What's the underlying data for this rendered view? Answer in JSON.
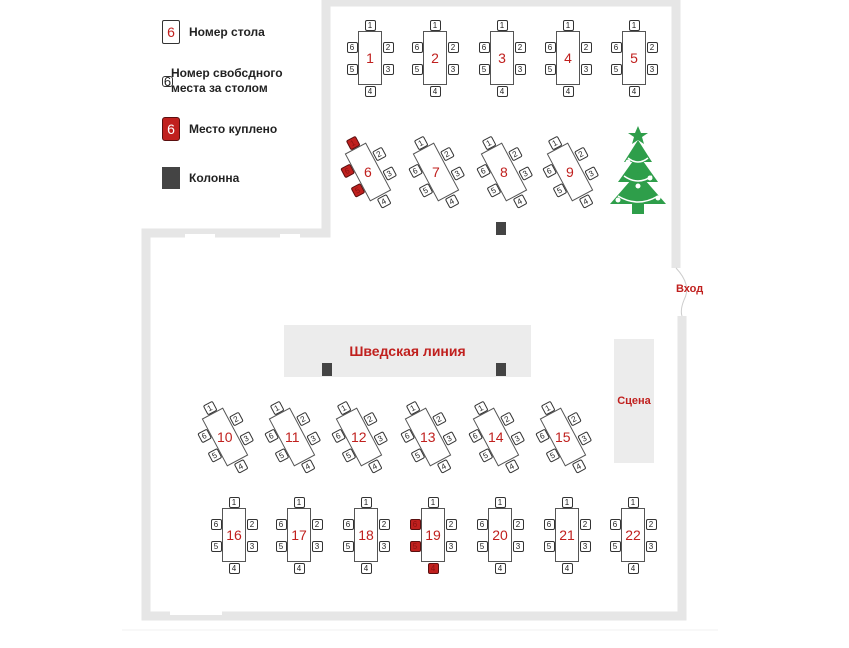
{
  "legend": {
    "table_number": {
      "sample": "6",
      "label": "Номер стола"
    },
    "free_seat": {
      "sample": "6",
      "label_line1": "Номер свобсдного",
      "label_line2": "места за столом"
    },
    "bought": {
      "sample": "6",
      "label": "Место куплено"
    },
    "column": {
      "label": "Колонна"
    }
  },
  "areas": {
    "buffet": "Шведская линия",
    "stage": "Сцена",
    "entrance": "Вход"
  },
  "tables": [
    {
      "number": "1",
      "row": "upper",
      "bought_seats": []
    },
    {
      "number": "2",
      "row": "upper",
      "bought_seats": []
    },
    {
      "number": "3",
      "row": "upper",
      "bought_seats": []
    },
    {
      "number": "4",
      "row": "upper",
      "bought_seats": []
    },
    {
      "number": "5",
      "row": "upper",
      "bought_seats": []
    },
    {
      "number": "6",
      "row": "upper-angled",
      "bought_seats": [
        "1",
        "5",
        "6"
      ]
    },
    {
      "number": "7",
      "row": "upper-angled",
      "bought_seats": []
    },
    {
      "number": "8",
      "row": "upper-angled",
      "bought_seats": []
    },
    {
      "number": "9",
      "row": "upper-angled",
      "bought_seats": []
    },
    {
      "number": "10",
      "row": "middle-angled",
      "bought_seats": []
    },
    {
      "number": "11",
      "row": "middle-angled",
      "bought_seats": []
    },
    {
      "number": "12",
      "row": "middle-angled",
      "bought_seats": []
    },
    {
      "number": "13",
      "row": "middle-angled",
      "bought_seats": []
    },
    {
      "number": "14",
      "row": "middle-angled",
      "bought_seats": []
    },
    {
      "number": "15",
      "row": "middle-angled",
      "bought_seats": []
    },
    {
      "number": "16",
      "row": "lower",
      "bought_seats": []
    },
    {
      "number": "17",
      "row": "lower",
      "bought_seats": []
    },
    {
      "number": "18",
      "row": "lower",
      "bought_seats": []
    },
    {
      "number": "19",
      "row": "lower",
      "bought_seats": [
        "4",
        "5",
        "6"
      ]
    },
    {
      "number": "20",
      "row": "lower",
      "bought_seats": []
    },
    {
      "number": "21",
      "row": "lower",
      "bought_seats": []
    },
    {
      "number": "22",
      "row": "lower",
      "bought_seats": []
    }
  ],
  "seat_labels": [
    "1",
    "2",
    "3",
    "4",
    "5",
    "6"
  ],
  "colors": {
    "accent": "#c0201e",
    "wall": "#e6e6e6",
    "column": "#444444",
    "tree": "#2e9e4a"
  },
  "icons": [
    "christmas-tree-icon"
  ]
}
